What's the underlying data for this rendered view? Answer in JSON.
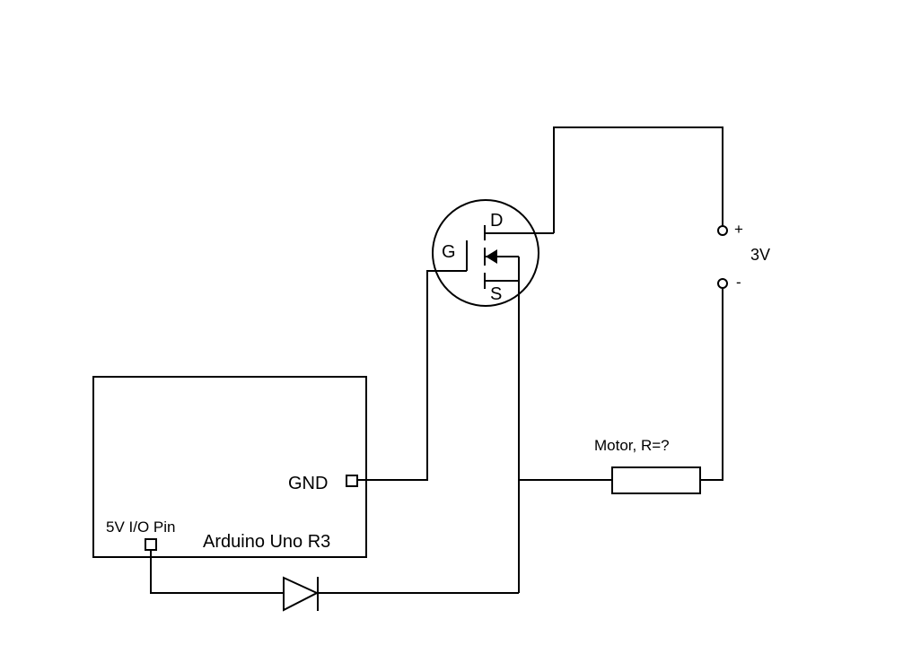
{
  "mosfet": {
    "gate_label": "G",
    "drain_label": "D",
    "source_label": "S"
  },
  "supply": {
    "plus_label": "+",
    "minus_label": "-",
    "voltage_label": "3V"
  },
  "motor": {
    "label": "Motor, R=?"
  },
  "arduino": {
    "name_label": "Arduino Uno R3",
    "gnd_label": "GND",
    "io_pin_label": "5V I/O Pin"
  }
}
